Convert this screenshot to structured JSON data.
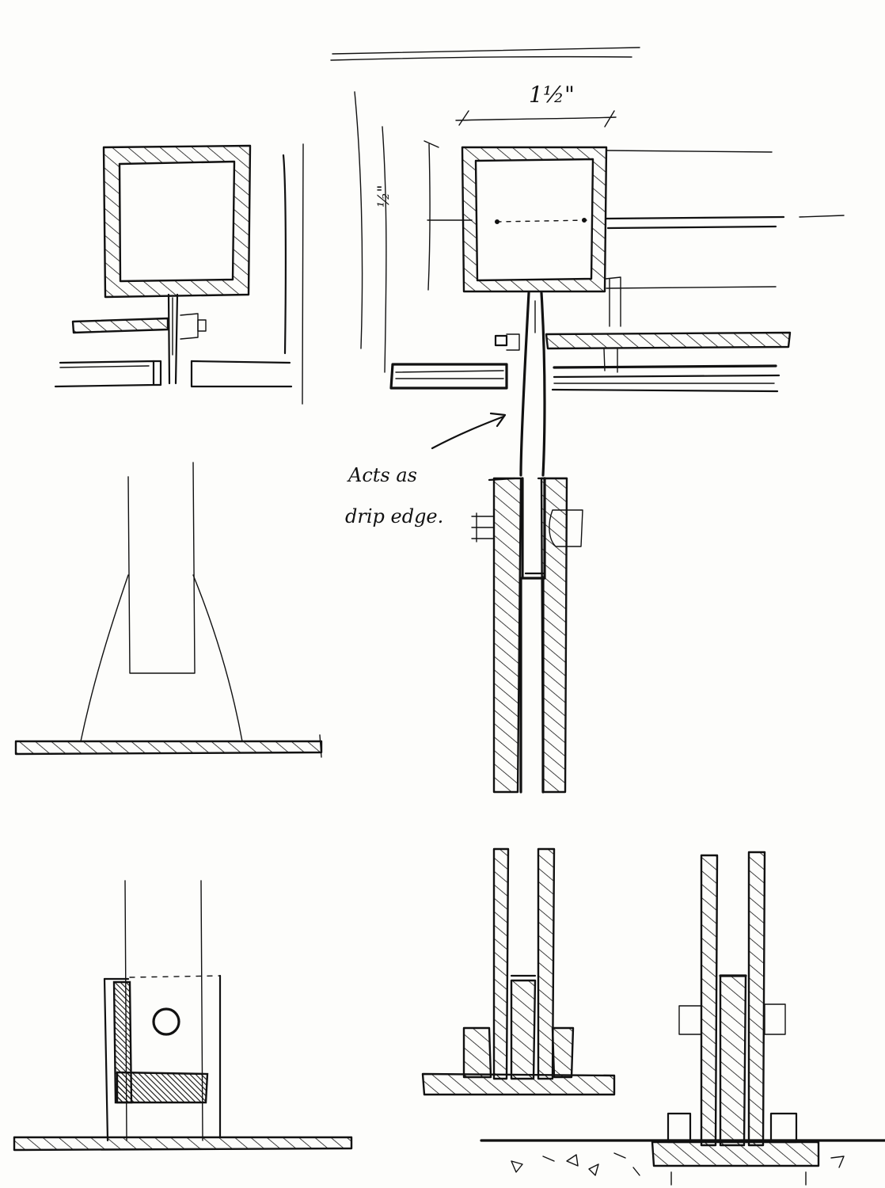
{
  "annotations": {
    "dimension_width": "1½\"",
    "dimension_height": "½\"",
    "note_line1": "Acts as",
    "note_line2": "drip edge."
  }
}
